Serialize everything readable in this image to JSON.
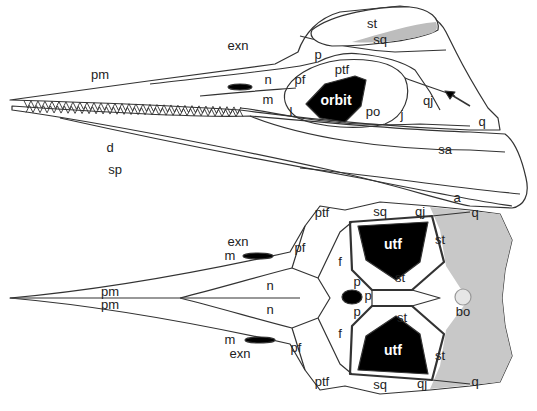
{
  "diagram": {
    "labels": [
      "st",
      "exn",
      "p",
      "sq",
      "pm",
      "n",
      "pf",
      "ptf",
      "po",
      "qj",
      "m",
      "l",
      "orbit",
      "j",
      "q",
      "sa",
      "d",
      "sp",
      "a",
      "ptf",
      "sq",
      "qj",
      "q",
      "pf",
      "utf",
      "st",
      "exn",
      "m",
      "f",
      "st",
      "p",
      "pm",
      "n",
      "p",
      "bo",
      "pm",
      "n",
      "p",
      "f",
      "st",
      "m",
      "exn",
      "utf",
      "st",
      "pf",
      "ptf",
      "sq",
      "qj",
      "q"
    ]
  }
}
